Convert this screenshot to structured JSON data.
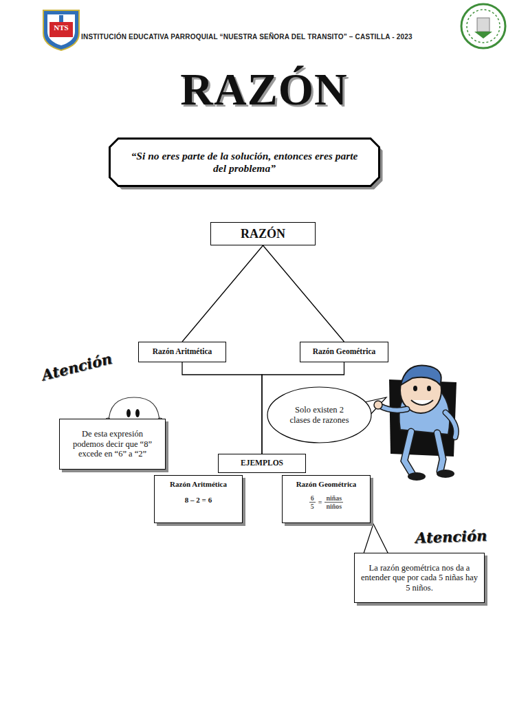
{
  "diagram": {
    "title": "RAZÓN",
    "nodes": [
      {
        "text": [
          "“Si no eres parte de la solución, entonces eres parte del problema”"
        ]
      },
      {
        "text": [
          "RAZÓN"
        ]
      },
      {
        "text": [
          "Razón Aritmética"
        ]
      },
      {
        "text": [
          "Razón Geométrica"
        ]
      },
      {
        "text": [
          "Solo existen 2 clases de razones"
        ]
      },
      {
        "text": [
          "De esta expresión podemos decir que “8” excede en “6” a “2”"
        ]
      },
      {
        "text": [
          "EJEMPLOS"
        ]
      },
      {
        "text": [
          "Razón Aritmética",
          "8 – 2 = 6"
        ]
      },
      {
        "text": [
          "Razón Geométrica",
          "6",
          "5",
          "=",
          "niñas",
          "niños"
        ]
      },
      {
        "text": [
          "La razón geométrica nos da a entender que por cada 5 niñas hay 5 niños."
        ]
      }
    ],
    "edges": [
      {
        "from": 1,
        "to": 2,
        "arrow": "none"
      },
      {
        "from": 1,
        "to": 3,
        "arrow": "none"
      },
      {
        "from": 2,
        "to": 6,
        "arrow": "none"
      },
      {
        "from": 3,
        "to": 6,
        "arrow": "none"
      }
    ],
    "labels": [
      "INSTITUCIÓN EDUCATIVA PARROQUIAL “NUESTRA SEÑORA DEL TRANSITO” – CASTILLA - 2023",
      "NTS",
      "Atención",
      "Atención"
    ]
  }
}
